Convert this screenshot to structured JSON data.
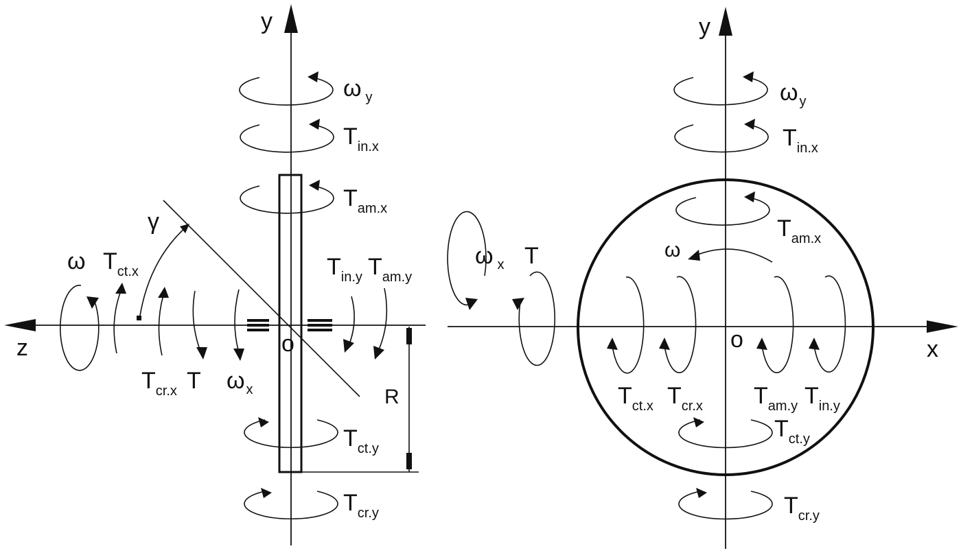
{
  "left_diagram": {
    "axis_y": "y",
    "axis_z": "z",
    "origin": "o",
    "angle": "γ",
    "radius": "R",
    "omega_y": {
      "base": "ω",
      "sub": "y"
    },
    "t_in_x": {
      "base": "T",
      "sub": "in.x"
    },
    "t_am_x": {
      "base": "T",
      "sub": "am.x"
    },
    "omega": "ω",
    "t_ct_x": {
      "base": "T",
      "sub": "ct.x"
    },
    "t_in_y": {
      "base": "T",
      "sub": "in.y"
    },
    "t_am_y": {
      "base": "T",
      "sub": "am.y"
    },
    "t_cr_x": {
      "base": "T",
      "sub": "cr.x"
    },
    "t": "T",
    "omega_x": {
      "base": "ω",
      "sub": "x"
    },
    "t_ct_y": {
      "base": "T",
      "sub": "ct.y"
    },
    "t_cr_y": {
      "base": "T",
      "sub": "cr.y"
    }
  },
  "right_diagram": {
    "axis_y": "y",
    "axis_x": "x",
    "origin": "o",
    "omega_y": {
      "base": "ω",
      "sub": "y"
    },
    "t_in_x": {
      "base": "T",
      "sub": "in.x"
    },
    "t_am_x": {
      "base": "T",
      "sub": "am.x"
    },
    "omega": "ω",
    "omega_x": {
      "base": "ω",
      "sub": "x"
    },
    "t": "T",
    "t_ct_x": {
      "base": "T",
      "sub": "ct.x"
    },
    "t_cr_x": {
      "base": "T",
      "sub": "cr.x"
    },
    "t_am_y": {
      "base": "T",
      "sub": "am.y"
    },
    "t_in_y": {
      "base": "T",
      "sub": "in.y"
    },
    "t_ct_y": {
      "base": "T",
      "sub": "ct.y"
    },
    "t_cr_y": {
      "base": "T",
      "sub": "cr.y"
    }
  }
}
